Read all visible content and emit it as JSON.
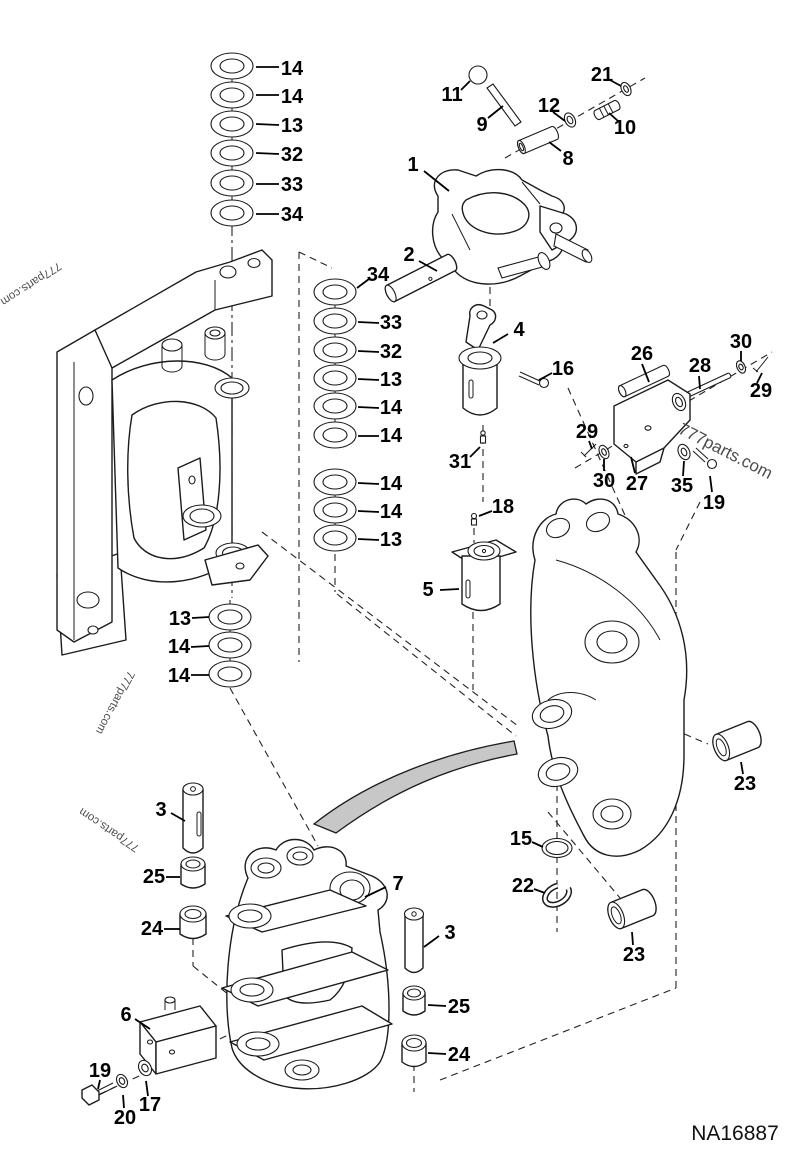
{
  "figure_id": "NA16887",
  "watermark_text": "777parts.com",
  "callouts": [
    "14",
    "14",
    "13",
    "32",
    "33",
    "34",
    "11",
    "9",
    "12",
    "21",
    "10",
    "8",
    "1",
    "2",
    "34",
    "33",
    "32",
    "13",
    "14",
    "14",
    "14",
    "14",
    "13",
    "4",
    "16",
    "31",
    "26",
    "28",
    "30",
    "29",
    "29",
    "30",
    "27",
    "35",
    "19",
    "18",
    "5",
    "13",
    "14",
    "14",
    "23",
    "15",
    "22",
    "23",
    "3",
    "25",
    "24",
    "7",
    "3",
    "25",
    "24",
    "6",
    "19",
    "20",
    "17"
  ]
}
